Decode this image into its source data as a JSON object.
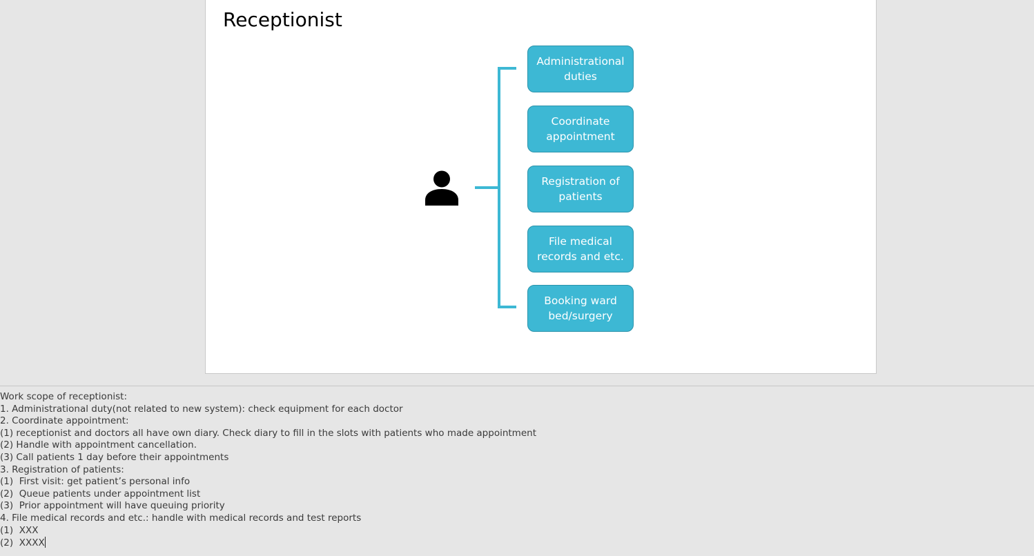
{
  "slide": {
    "title": "Receptionist",
    "boxes": [
      "Administrational\nduties",
      "Coordinate\nappointment",
      "Registration of\npatients",
      "File medical\nrecords and etc.",
      "Booking ward\nbed/surgery"
    ],
    "icon": "person-icon",
    "accent_color": "#3db8d4"
  },
  "notes": {
    "lines": [
      "Work scope of receptionist:",
      "1. Administrational duty(not related to new system): check equipment for each doctor",
      "2. Coordinate appointment:",
      "(1) receptionist and doctors all have own diary. Check diary to fill in the slots with patients who made appointment",
      "(2) Handle with appointment cancellation.",
      "(3) Call patients 1 day before their appointments",
      "3. Registration of patients:",
      "(1)  First visit: get patient’s personal info",
      "(2)  Queue patients under appointment list",
      "(3)  Prior appointment will have queuing priority",
      "4. File medical records and etc.: handle with medical records and test reports",
      "(1)  XXX",
      "(2)  XXXX"
    ]
  }
}
